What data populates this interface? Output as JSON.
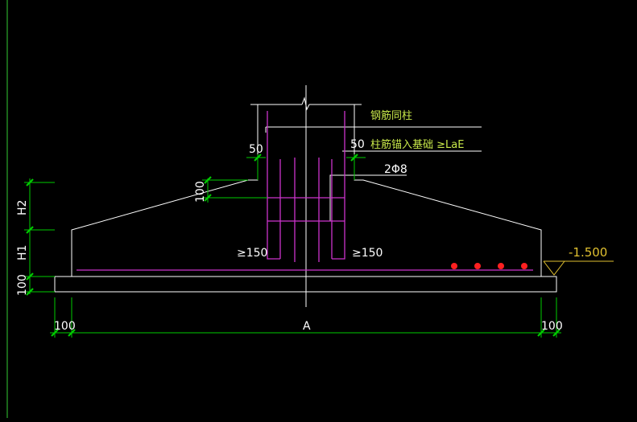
{
  "drawing": {
    "colors": {
      "background": "#000000",
      "outline": "#ffffff",
      "rebar": "#cc33cc",
      "dimension": "#00cc00",
      "note": "#c8e84a",
      "elevation": "#e0c030",
      "dots": "#ff2020",
      "frame": "#33cc33"
    },
    "notes": {
      "rebar_same_as_column": "钢筋同柱",
      "column_rebar_anchor": "柱筋锚入基础 ≥LaE",
      "stirrup": "2Φ8"
    },
    "dimensions": {
      "col_offset_left": "50",
      "col_offset_right": "50",
      "step_height": "100",
      "hook_left": "≥150",
      "hook_right": "≥150",
      "h2": "H2",
      "h1": "H1",
      "base_thickness": "100",
      "edge_left": "100",
      "edge_right": "100",
      "width": "A"
    },
    "elevation": {
      "value": "-1.500"
    }
  }
}
